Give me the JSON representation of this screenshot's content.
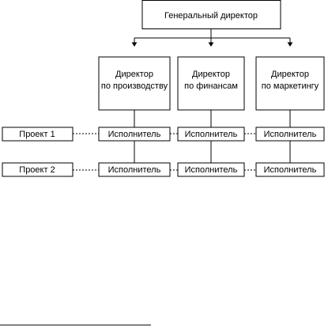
{
  "diagram": {
    "ceo": "Генеральный директор",
    "directors": [
      {
        "line1": "Директор",
        "line2": "по производству"
      },
      {
        "line1": "Директор",
        "line2": "по финансам"
      },
      {
        "line1": "Директор",
        "line2": "по маркетингу"
      }
    ],
    "projects": [
      "Проект 1",
      "Проект 2"
    ],
    "performer": "Исполнитель"
  },
  "colors": {
    "stroke": "#000000",
    "background": "#ffffff"
  }
}
